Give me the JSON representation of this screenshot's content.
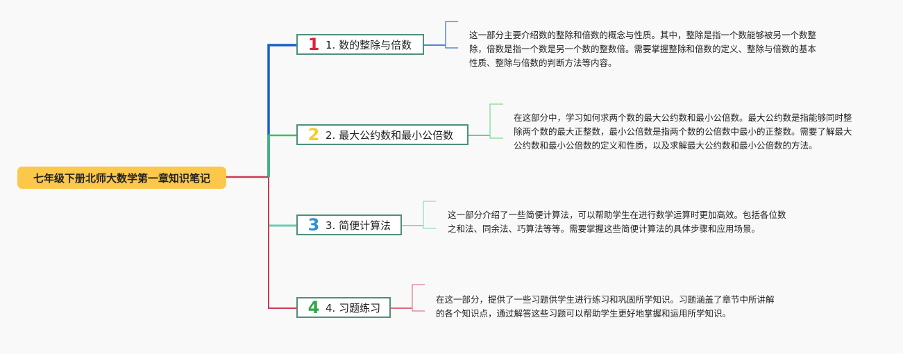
{
  "root": {
    "title": "七年级下册北师大数学第一章知识笔记"
  },
  "topics": [
    {
      "num": "1",
      "label": "1. 数的整除与倍数",
      "color": "#1b5ec6",
      "num_color": "#d9263a",
      "desc": "这一部分主要介绍数的整除和倍数的概念与性质。其中，整除是指一个数能够被另一个数整除，倍数是指一个数是另一个数的整数倍。需要掌握整除和倍数的定义、整除与倍数的基本性质、整除与倍数的判断方法等内容。"
    },
    {
      "num": "2",
      "label": "2. 最大公约数和最小公倍数",
      "color": "#36c15e",
      "num_color": "#f1cc33",
      "desc": "在这部分中，学习如何求两个数的最大公约数和最小公倍数。最大公约数是指能够同时整除两个数的最大正整数，最小公倍数是指两个数的公倍数中最小的正整数。需要了解最大公约数和最小公倍数的定义和性质，以及求解最大公约数和最小公倍数的方法。"
    },
    {
      "num": "3",
      "label": "3. 简便计算法",
      "color": "#6ccbb3",
      "num_color": "#2d8fd8",
      "desc": "这一部分介绍了一些简便计算法，可以帮助学生在进行数学运算时更加高效。包括各位数之和法、同余法、巧算法等等。需要掌握这些简便计算法的具体步骤和应用场景。"
    },
    {
      "num": "4",
      "label": "4. 习题练习",
      "color": "#cc3a56",
      "num_color": "#2ea84a",
      "desc": "在这一部分，提供了一些习题供学生进行练习和巩固所学知识。习题涵盖了章节中所讲解的各个知识点，通过解答这些习题可以帮助学生更好地掌握和运用所学知识。"
    }
  ]
}
